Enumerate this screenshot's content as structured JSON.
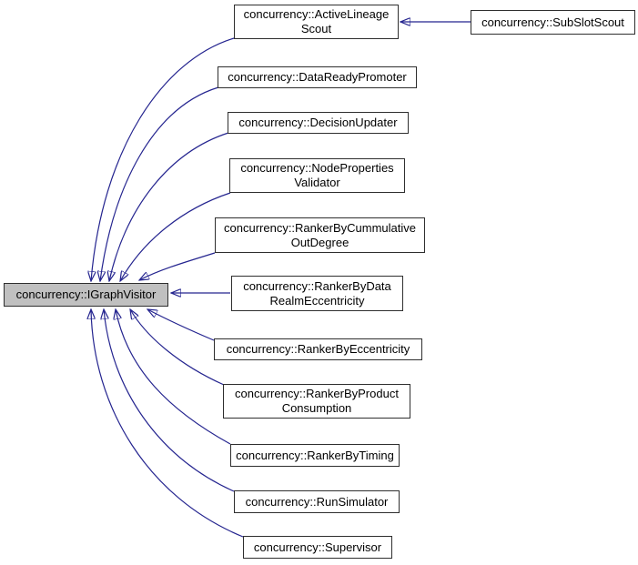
{
  "diagram": {
    "kind": "doxygen-inheritance-graph",
    "colors": {
      "edge": "#24248f",
      "arrowhead": "#191970",
      "node_border": "#2e2e2e",
      "node_fill": "#ffffff",
      "base_node_fill": "#c0c0c0",
      "background": "#ffffff",
      "text": "#000000"
    },
    "nodes": [
      {
        "id": "IGraphVisitor",
        "label": "concurrency::IGraphVisitor",
        "role": "base"
      },
      {
        "id": "ActiveLineageScout",
        "label": "concurrency::ActiveLineage\nScout",
        "role": "derived"
      },
      {
        "id": "SubSlotScout",
        "label": "concurrency::SubSlotScout",
        "role": "derived-of-ActiveLineageScout"
      },
      {
        "id": "DataReadyPromoter",
        "label": "concurrency::DataReadyPromoter",
        "role": "derived"
      },
      {
        "id": "DecisionUpdater",
        "label": "concurrency::DecisionUpdater",
        "role": "derived"
      },
      {
        "id": "NodePropertiesValidator",
        "label": "concurrency::NodeProperties\nValidator",
        "role": "derived"
      },
      {
        "id": "RankerByCummulativeOutDegree",
        "label": "concurrency::RankerByCummulative\nOutDegree",
        "role": "derived"
      },
      {
        "id": "RankerByDataRealmEccentricity",
        "label": "concurrency::RankerByData\nRealmEccentricity",
        "role": "derived"
      },
      {
        "id": "RankerByEccentricity",
        "label": "concurrency::RankerByEccentricity",
        "role": "derived"
      },
      {
        "id": "RankerByProductConsumption",
        "label": "concurrency::RankerByProduct\nConsumption",
        "role": "derived"
      },
      {
        "id": "RankerByTiming",
        "label": "concurrency::RankerByTiming",
        "role": "derived"
      },
      {
        "id": "RunSimulator",
        "label": "concurrency::RunSimulator",
        "role": "derived"
      },
      {
        "id": "Supervisor",
        "label": "concurrency::Supervisor",
        "role": "derived"
      }
    ],
    "edges": [
      {
        "from": "concurrency::SubSlotScout",
        "to": "concurrency::ActiveLineageScout",
        "type": "inheritance"
      },
      {
        "from": "concurrency::ActiveLineageScout",
        "to": "concurrency::IGraphVisitor",
        "type": "inheritance"
      },
      {
        "from": "concurrency::DataReadyPromoter",
        "to": "concurrency::IGraphVisitor",
        "type": "inheritance"
      },
      {
        "from": "concurrency::DecisionUpdater",
        "to": "concurrency::IGraphVisitor",
        "type": "inheritance"
      },
      {
        "from": "concurrency::NodePropertiesValidator",
        "to": "concurrency::IGraphVisitor",
        "type": "inheritance"
      },
      {
        "from": "concurrency::RankerByCummulativeOutDegree",
        "to": "concurrency::IGraphVisitor",
        "type": "inheritance"
      },
      {
        "from": "concurrency::RankerByDataRealmEccentricity",
        "to": "concurrency::IGraphVisitor",
        "type": "inheritance"
      },
      {
        "from": "concurrency::RankerByEccentricity",
        "to": "concurrency::IGraphVisitor",
        "type": "inheritance"
      },
      {
        "from": "concurrency::RankerByProductConsumption",
        "to": "concurrency::IGraphVisitor",
        "type": "inheritance"
      },
      {
        "from": "concurrency::RankerByTiming",
        "to": "concurrency::IGraphVisitor",
        "type": "inheritance"
      },
      {
        "from": "concurrency::RunSimulator",
        "to": "concurrency::IGraphVisitor",
        "type": "inheritance"
      },
      {
        "from": "concurrency::Supervisor",
        "to": "concurrency::IGraphVisitor",
        "type": "inheritance"
      }
    ]
  }
}
